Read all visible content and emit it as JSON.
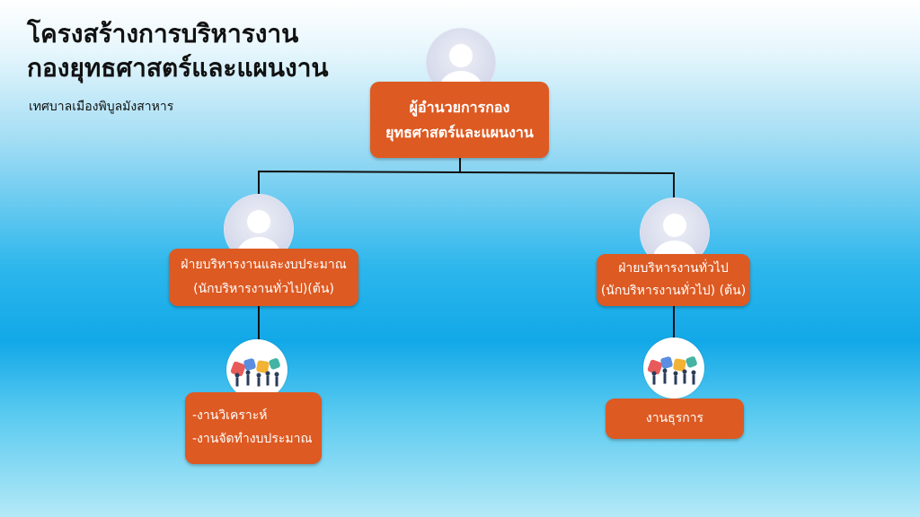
{
  "header": {
    "title_line1": "โครงสร้างการบริหารงาน",
    "title_line2": "กองยุทธศาสตร์และแผนงาน",
    "subtitle": "เทศบาลเมืองพิบูลมังสาหาร"
  },
  "org": {
    "director": {
      "line1": "ผู้อำนวยการกอง",
      "line2": "ยุทธศาสตร์และแผนงาน"
    },
    "left_division": {
      "line1": "ฝ่ายบริหารงานและงบประมาณ",
      "line2": "(นักบริหารงานทั่วไป)(ต้น)"
    },
    "right_division": {
      "line1": "ฝ่ายบริหารงานทั่วไป",
      "line2": "(นักบริหารงานทั่วไป) (ต้น)"
    },
    "left_tasks": {
      "line1": "-งานวิเคราะห์",
      "line2": "-งานจัดทำงบประมาณ"
    },
    "right_tasks": {
      "line1": "งานธุรการ"
    }
  },
  "icons": {
    "avatar": "person-silhouette-icon",
    "team": "team-people-icon"
  },
  "colors": {
    "box": "#dd5a22",
    "box_text": "#ffffff",
    "line": "#111111",
    "avatar_bg": "#d8dcec"
  }
}
